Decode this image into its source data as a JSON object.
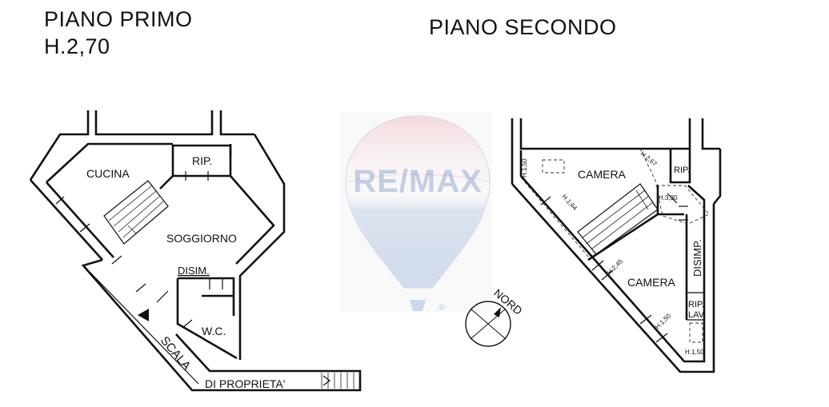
{
  "floor_one": {
    "title": "PIANO PRIMO",
    "height": "H.2,70",
    "rooms": {
      "cucina": "CUCINA",
      "rip": "RIP.",
      "soggiorno": "SOGGIORNO",
      "disim": "DISIM.",
      "wc": "W.C.",
      "scala": "SCALA",
      "di_proprieta": "DI PROPRIETA'"
    }
  },
  "floor_two": {
    "title": "PIANO SECONDO",
    "rooms": {
      "camera_top": "CAMERA",
      "rip": "RIP.",
      "disimp": "DISIMP.",
      "camera_bottom": "CAMERA",
      "rip_lav_1": "RIP.",
      "rip_lav_2": "LAV."
    },
    "heights": {
      "h150_top": "H.1,50",
      "h164": "H.1,64",
      "h267": "H.2,67",
      "h330": "H.3,30",
      "h245": "H.2,45",
      "h150_mid": "H.1,50",
      "h150_bottom": "H.1,50"
    }
  },
  "watermark": {
    "brand": "RE/MAX",
    "registered": "®",
    "colors": {
      "red": "#dc1c2e",
      "blue": "#003da5"
    }
  },
  "compass": {
    "label": "NORD"
  }
}
